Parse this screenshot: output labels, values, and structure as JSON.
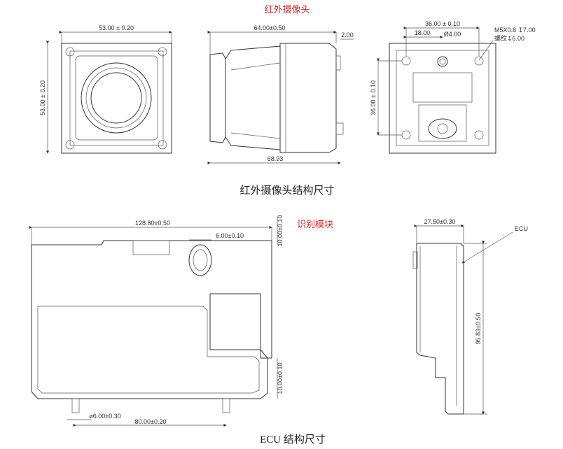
{
  "titles": {
    "camera": "红外摄像头",
    "recognition": "识别模块",
    "ecu_label": "ECU"
  },
  "captions": {
    "camera_caption": "红外摄像头结构尺寸",
    "ecu_caption": "ECU 结构尺寸"
  },
  "camera_dims": {
    "front_width": "53.00 ± 0.20",
    "front_height": "53.00 ± 0.20",
    "side_length": "64.00±0.50",
    "side_step": "2.00",
    "side_total": "68.93",
    "rear_width": "36.00 ± 0.10",
    "rear_offset": "18.00",
    "rear_hole": "Ø4.00",
    "rear_height": "36.00 ± 0.10",
    "thread_1": "M5X0.8 ↧7.00",
    "thread_2": "螺纹↧6.00"
  },
  "ecu_dims": {
    "width": "128.80±0.50",
    "slot": "6.00±0.10",
    "top_height": "10.00±0.10",
    "bottom_height": "10.00±0.10",
    "pin_dia": "ø6.00±0.30",
    "pin_spacing": "80.00±0.20",
    "depth": "27.50±0.30",
    "total_height": "95.83±0.50"
  }
}
